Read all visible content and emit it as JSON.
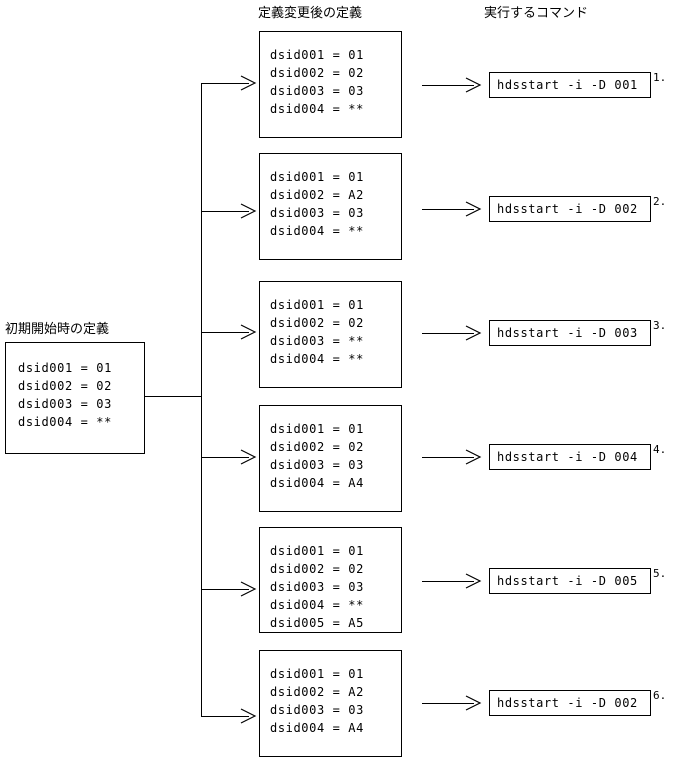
{
  "headers": {
    "initial": "初期開始時の定義",
    "changed": "定義変更後の定義",
    "command": "実行するコマンド"
  },
  "initial_definition": {
    "lines": [
      "dsid001 = 01",
      "dsid002 = 02",
      "dsid003 = 03",
      "dsid004 = **"
    ],
    "text": "dsid001 = 01\ndsid002 = 02\ndsid003 = 03\ndsid004 = **"
  },
  "rows": [
    {
      "number": "1.",
      "definition_lines": [
        "dsid001 = 01",
        "dsid002 = 02",
        "dsid003 = 03",
        "dsid004 = **"
      ],
      "definition_text": "dsid001 = 01\ndsid002 = 02\ndsid003 = 03\ndsid004 = **",
      "command": "hdsstart -i -D 001"
    },
    {
      "number": "2.",
      "definition_lines": [
        "dsid001 = 01",
        "dsid002 = A2",
        "dsid003 = 03",
        "dsid004 = **"
      ],
      "definition_text": "dsid001 = 01\ndsid002 = A2\ndsid003 = 03\ndsid004 = **",
      "command": "hdsstart -i -D 002"
    },
    {
      "number": "3.",
      "definition_lines": [
        "dsid001 = 01",
        "dsid002 = 02",
        "dsid003 = **",
        "dsid004 = **"
      ],
      "definition_text": "dsid001 = 01\ndsid002 = 02\ndsid003 = **\ndsid004 = **",
      "command": "hdsstart -i -D 003"
    },
    {
      "number": "4.",
      "definition_lines": [
        "dsid001 = 01",
        "dsid002 = 02",
        "dsid003 = 03",
        "dsid004 = A4"
      ],
      "definition_text": "dsid001 = 01\ndsid002 = 02\ndsid003 = 03\ndsid004 = A4",
      "command": "hdsstart -i -D 004"
    },
    {
      "number": "5.",
      "definition_lines": [
        "dsid001 = 01",
        "dsid002 = 02",
        "dsid003 = 03",
        "dsid004 = **",
        "dsid005 = A5"
      ],
      "definition_text": "dsid001 = 01\ndsid002 = 02\ndsid003 = 03\ndsid004 = **\ndsid005 = A5",
      "command": "hdsstart -i -D 005"
    },
    {
      "number": "6.",
      "definition_lines": [
        "dsid001 = 01",
        "dsid002 = A2",
        "dsid003 = 03",
        "dsid004 = A4"
      ],
      "definition_text": "dsid001 = 01\ndsid002 = A2\ndsid003 = 03\ndsid004 = A4",
      "command": "hdsstart -i -D 002"
    }
  ],
  "colors": {
    "stroke": "#000000",
    "background": "#ffffff"
  }
}
